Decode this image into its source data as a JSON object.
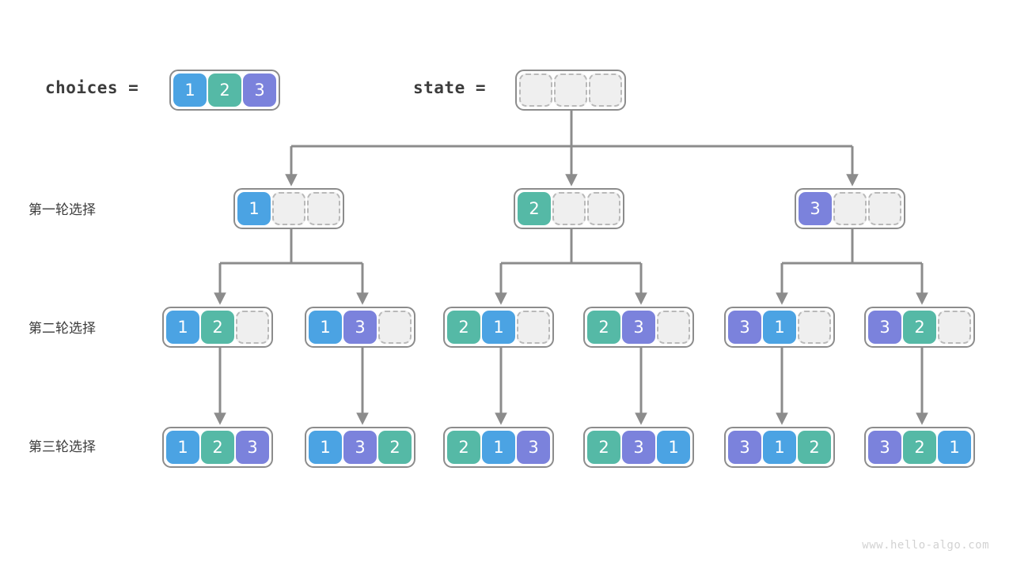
{
  "palette": {
    "value_1": "#4ba3e3",
    "value_2": "#55b9a6",
    "value_3": "#7b82dc",
    "empty_fill": "#efefef",
    "empty_border": "#b9b9b9",
    "node_border": "#8c8c8c",
    "edge": "#8c8c8c",
    "text": "#3c3c3c",
    "watermark": "#d2d2d2",
    "background": "#ffffff"
  },
  "header": {
    "choices_label": "choices =",
    "choices_cells": [
      "1",
      "2",
      "3"
    ],
    "state_label": "state =",
    "state_cells": [
      "",
      "",
      ""
    ]
  },
  "rows": [
    {
      "label": "第一轮选择"
    },
    {
      "label": "第二轮选择"
    },
    {
      "label": "第三轮选择"
    }
  ],
  "level1": [
    {
      "cells": [
        "1",
        "",
        ""
      ]
    },
    {
      "cells": [
        "2",
        "",
        ""
      ]
    },
    {
      "cells": [
        "3",
        "",
        ""
      ]
    }
  ],
  "level2": [
    {
      "cells": [
        "1",
        "2",
        ""
      ]
    },
    {
      "cells": [
        "1",
        "3",
        ""
      ]
    },
    {
      "cells": [
        "2",
        "1",
        ""
      ]
    },
    {
      "cells": [
        "2",
        "3",
        ""
      ]
    },
    {
      "cells": [
        "3",
        "1",
        ""
      ]
    },
    {
      "cells": [
        "3",
        "2",
        ""
      ]
    }
  ],
  "level3": [
    {
      "cells": [
        "1",
        "2",
        "3"
      ]
    },
    {
      "cells": [
        "1",
        "3",
        "2"
      ]
    },
    {
      "cells": [
        "2",
        "1",
        "3"
      ]
    },
    {
      "cells": [
        "2",
        "3",
        "1"
      ]
    },
    {
      "cells": [
        "3",
        "1",
        "2"
      ]
    },
    {
      "cells": [
        "3",
        "2",
        "1"
      ]
    }
  ],
  "watermark": "www.hello-algo.com"
}
